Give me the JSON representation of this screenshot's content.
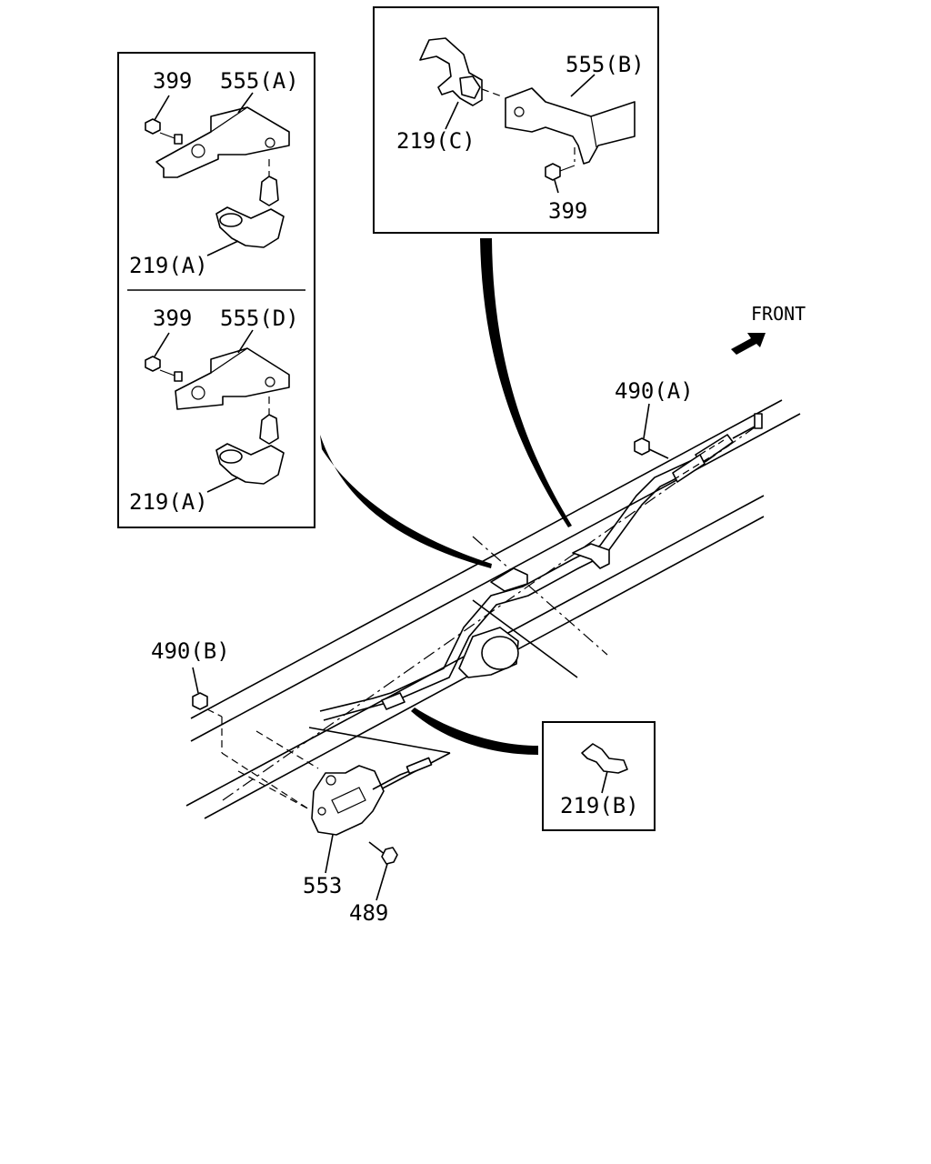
{
  "labels": {
    "front": "FRONT",
    "box_a": {
      "nut": "399",
      "bracket": "555(A)",
      "clip": "219(A)"
    },
    "box_d": {
      "nut": "399",
      "bracket": "555(D)",
      "clip": "219(A)"
    },
    "box_b": {
      "nut": "399",
      "bracket": "555(B)",
      "clip": "219(C)"
    },
    "box_clip_b": {
      "clip": "219(B)"
    },
    "main": {
      "cable_front": "490(A)",
      "cable_rear": "490(B)",
      "lever": "553",
      "bolt": "489"
    }
  }
}
